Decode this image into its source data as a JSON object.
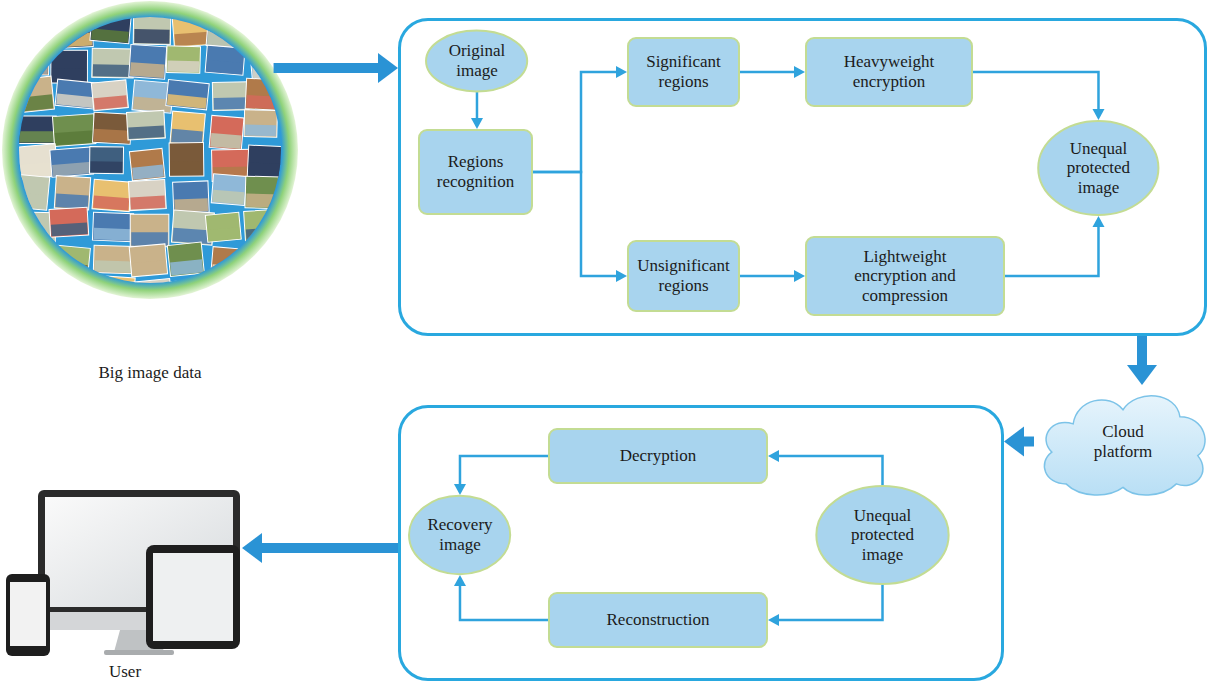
{
  "diagram": {
    "nodes": [
      {
        "text": [
          "Big image data"
        ]
      },
      {
        "text": []
      },
      {
        "text": [
          "Original image"
        ],
        "in": 1
      },
      {
        "text": [
          "Regions recognition"
        ],
        "in": 1
      },
      {
        "text": [
          "Significant regions"
        ],
        "in": 1
      },
      {
        "text": [
          "Heavyweight encryption"
        ],
        "in": 1
      },
      {
        "text": [
          "Unequal protected image"
        ],
        "in": 1
      },
      {
        "text": [
          "Unsignificant regions"
        ],
        "in": 1
      },
      {
        "text": [
          "Lightweight encryption and compression"
        ],
        "in": 1
      },
      {
        "text": [
          "Cloud platform"
        ]
      },
      {
        "text": []
      },
      {
        "text": [
          "Decryption"
        ],
        "in": 10
      },
      {
        "text": [
          "Recovery image"
        ],
        "in": 10
      },
      {
        "text": [
          "Unequal protected image"
        ],
        "in": 10
      },
      {
        "text": [
          "Reconstruction"
        ],
        "in": 10
      },
      {
        "text": [
          "User"
        ]
      }
    ],
    "edges": [
      {
        "from": 0,
        "to": 1,
        "arrow": "to"
      },
      {
        "from": 2,
        "to": 3,
        "arrow": "to"
      },
      {
        "from": 3,
        "to": 4,
        "arrow": "to"
      },
      {
        "from": 3,
        "to": 7,
        "arrow": "to"
      },
      {
        "from": 4,
        "to": 5,
        "arrow": "to"
      },
      {
        "from": 7,
        "to": 8,
        "arrow": "to"
      },
      {
        "from": 5,
        "to": 6,
        "arrow": "to"
      },
      {
        "from": 8,
        "to": 6,
        "arrow": "to"
      },
      {
        "from": 1,
        "to": 9,
        "arrow": "to"
      },
      {
        "from": 9,
        "to": 10,
        "arrow": "to"
      },
      {
        "from": 10,
        "to": 15,
        "arrow": "to"
      },
      {
        "from": 13,
        "to": 11,
        "arrow": "to"
      },
      {
        "from": 11,
        "to": 12,
        "arrow": "to"
      },
      {
        "from": 13,
        "to": 14,
        "arrow": "to"
      },
      {
        "from": 14,
        "to": 12,
        "arrow": "to"
      }
    ]
  }
}
